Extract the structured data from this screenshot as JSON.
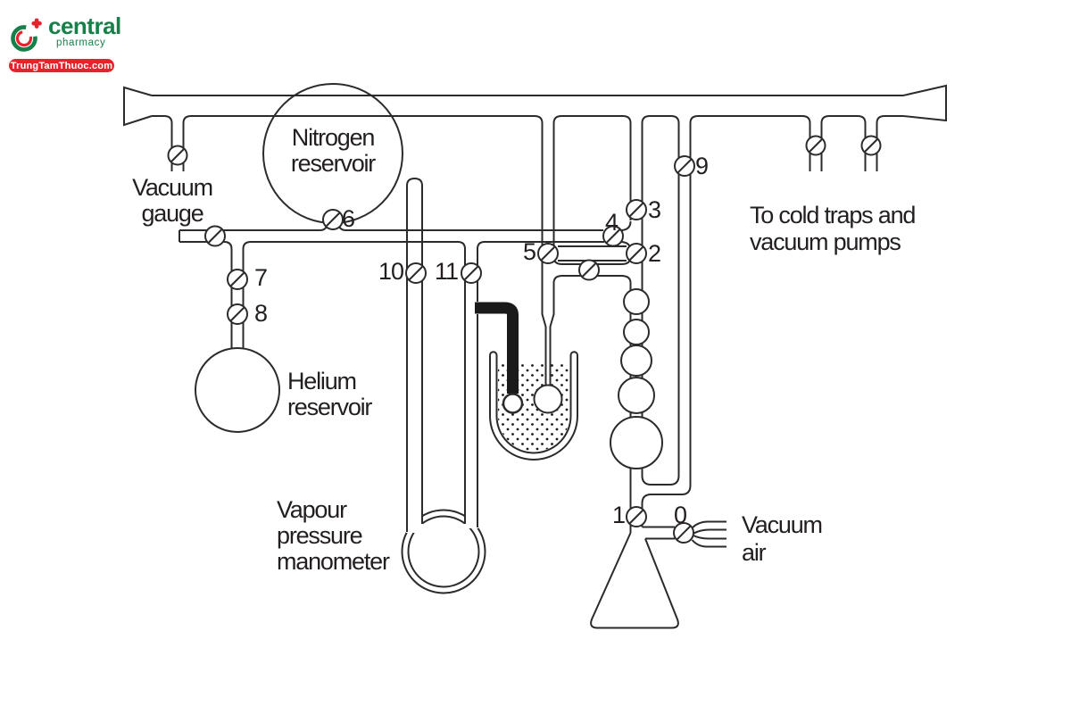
{
  "logo": {
    "brand": "central",
    "sub": "pharmacy",
    "badge": "TrungTamThuoc.com",
    "green": "#17804a",
    "red": "#e6232d"
  },
  "diagram": {
    "line_color": "#2d2a2b",
    "labels": {
      "nitrogen": [
        "Nitrogen",
        "reservoir"
      ],
      "vacuum_gauge": [
        "Vacuum",
        "gauge"
      ],
      "helium": [
        "Helium",
        "reservoir"
      ],
      "manometer": [
        "Vapour",
        "pressure",
        "manometer"
      ],
      "cold_traps": [
        "To cold traps and",
        "vacuum pumps"
      ],
      "vacuum_air": [
        "Vacuum",
        "air"
      ]
    },
    "valve_numbers": {
      "v0": "0",
      "v1": "1",
      "v2": "2",
      "v3": "3",
      "v4": "4",
      "v5": "5",
      "v6": "6",
      "v7": "7",
      "v8": "8",
      "v9": "9",
      "v10": "10",
      "v11": "11"
    }
  }
}
